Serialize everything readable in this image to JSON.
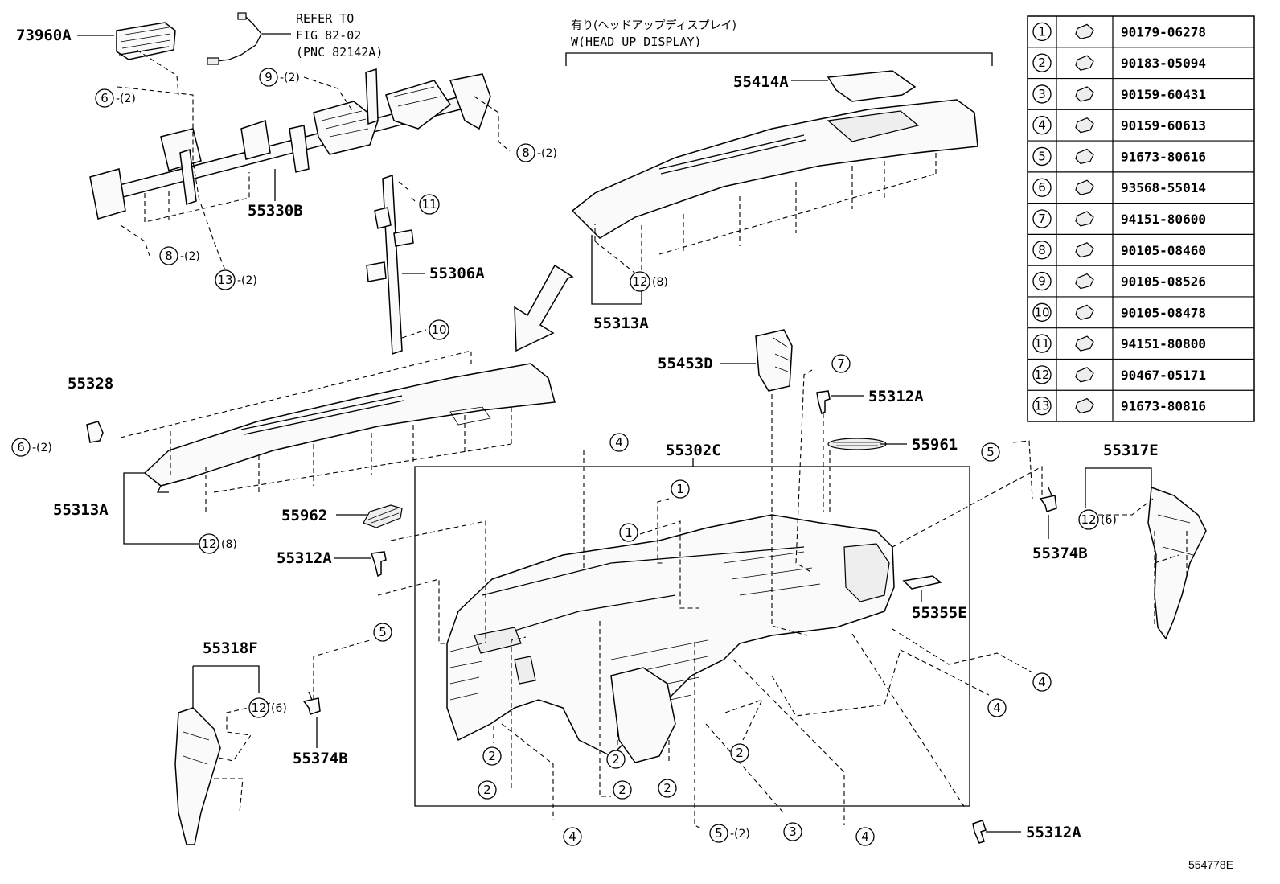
{
  "labels": {
    "airbag": "73960A",
    "reinforcement": "55330B",
    "brace": "55306A",
    "pad_upper_top": "55313A",
    "pad_upper_left": "55313A",
    "hud_cover": "55414A",
    "hud_unit": "55453D",
    "clip_top": "55312A",
    "clip_left": "55312A",
    "clip_bottom": "55312A",
    "speaker_grille_r": "55961",
    "speaker_grille_l": "55962",
    "panel": "55302C",
    "side_r": "55317E",
    "side_l": "55318F",
    "bracket_r": "55374B",
    "bracket_l": "55374B",
    "clip_55328": "55328",
    "label_55355e": "55355E"
  },
  "notes": {
    "refer_line1": "REFER TO",
    "refer_line2": "FIG 82-02",
    "refer_line3": "(PNC 82142A)",
    "hud_jp": "有り(ヘッドアップディスプレイ)",
    "hud_en": "W(HEAD UP DISPLAY)"
  },
  "callouts": [
    {
      "num": "6",
      "qty": "-(2)"
    },
    {
      "num": "9",
      "qty": "-(2)"
    },
    {
      "num": "8",
      "qty": "-(2)"
    },
    {
      "num": "8",
      "qty": "-(2)"
    },
    {
      "num": "13",
      "qty": "-(2)"
    },
    {
      "num": "11",
      "qty": ""
    },
    {
      "num": "10",
      "qty": ""
    },
    {
      "num": "12",
      "qty": "(8)"
    },
    {
      "num": "6",
      "qty": "-(2)"
    },
    {
      "num": "12",
      "qty": "(8)"
    },
    {
      "num": "7",
      "qty": ""
    },
    {
      "num": "4",
      "qty": ""
    },
    {
      "num": "1",
      "qty": ""
    },
    {
      "num": "1",
      "qty": ""
    },
    {
      "num": "5",
      "qty": ""
    },
    {
      "num": "12",
      "qty": "(6)"
    },
    {
      "num": "5",
      "qty": ""
    },
    {
      "num": "12",
      "qty": "(6)"
    },
    {
      "num": "4",
      "qty": ""
    },
    {
      "num": "4",
      "qty": ""
    },
    {
      "num": "2",
      "qty": ""
    },
    {
      "num": "2",
      "qty": ""
    },
    {
      "num": "2",
      "qty": ""
    },
    {
      "num": "2",
      "qty": ""
    },
    {
      "num": "2",
      "qty": ""
    },
    {
      "num": "2",
      "qty": ""
    },
    {
      "num": "4",
      "qty": ""
    },
    {
      "num": "5",
      "qty": "-(2)"
    },
    {
      "num": "3",
      "qty": ""
    },
    {
      "num": "4",
      "qty": ""
    }
  ],
  "fastener_table": [
    {
      "num": "1",
      "part": "90179-06278"
    },
    {
      "num": "2",
      "part": "90183-05094"
    },
    {
      "num": "3",
      "part": "90159-60431"
    },
    {
      "num": "4",
      "part": "90159-60613"
    },
    {
      "num": "5",
      "part": "91673-80616"
    },
    {
      "num": "6",
      "part": "93568-55014"
    },
    {
      "num": "7",
      "part": "94151-80600"
    },
    {
      "num": "8",
      "part": "90105-08460"
    },
    {
      "num": "9",
      "part": "90105-08526"
    },
    {
      "num": "10",
      "part": "90105-08478"
    },
    {
      "num": "11",
      "part": "94151-80800"
    },
    {
      "num": "12",
      "part": "90467-05171"
    },
    {
      "num": "13",
      "part": "91673-80816"
    }
  ],
  "figure_code": "554778E"
}
